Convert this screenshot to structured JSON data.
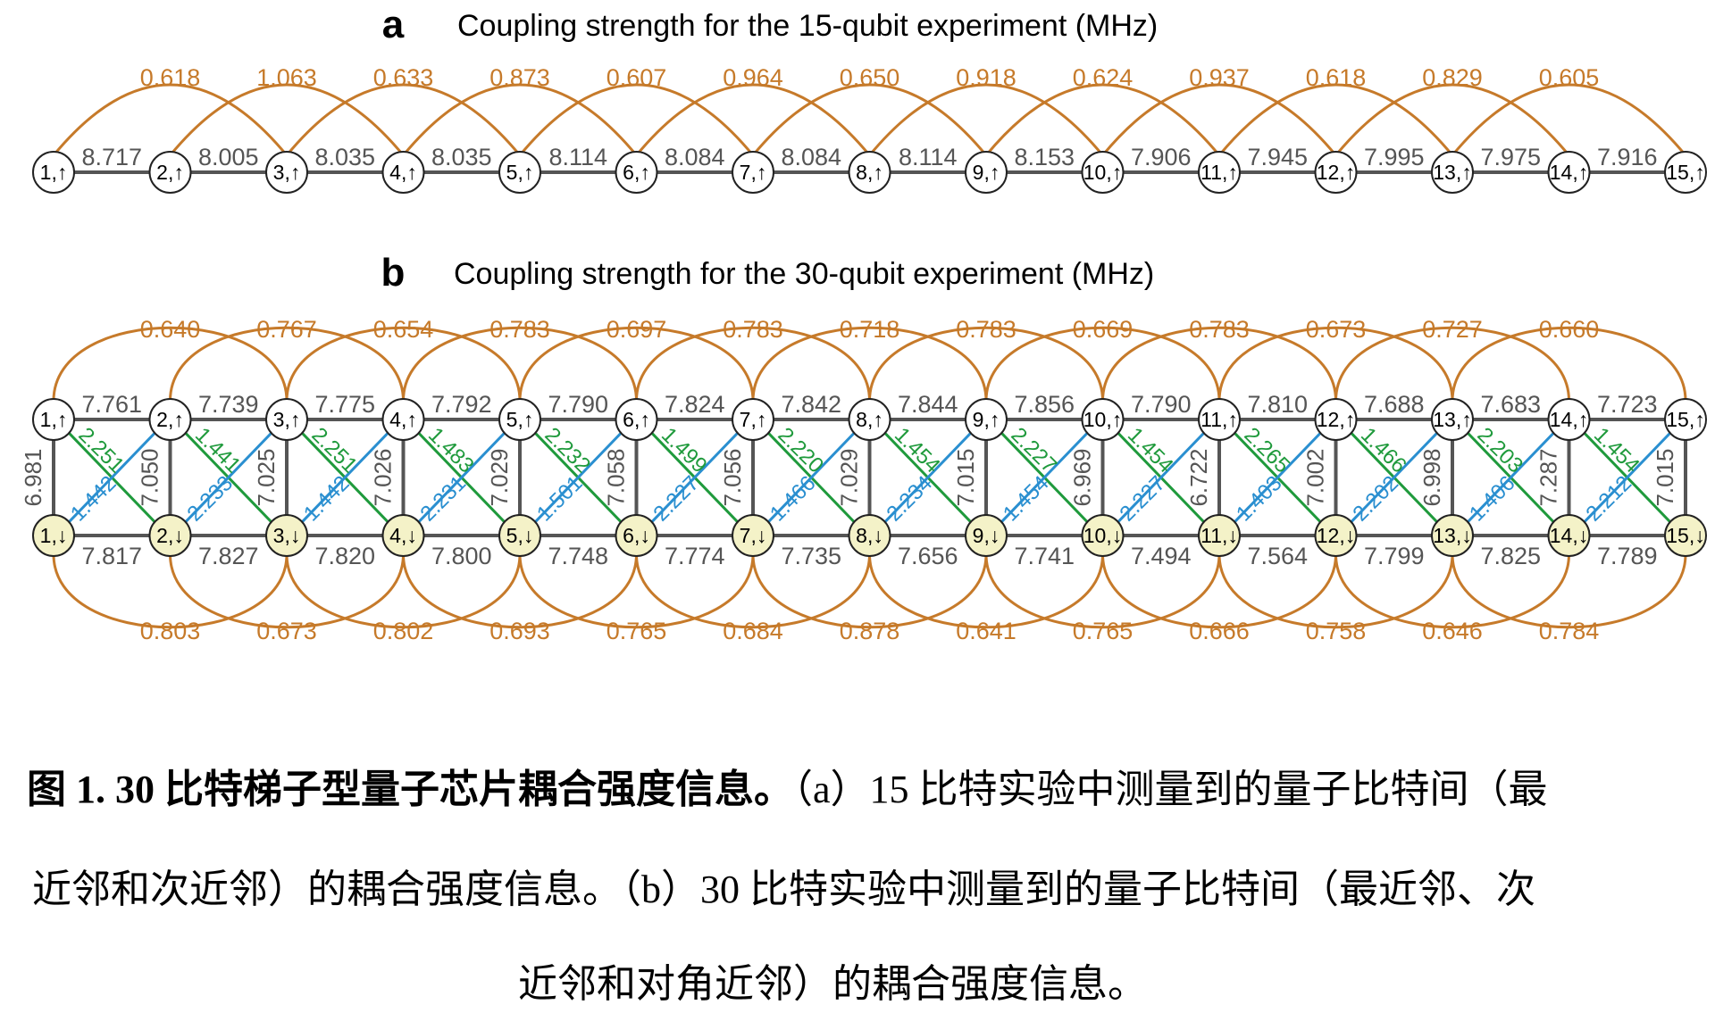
{
  "panel_a": {
    "letter": "a",
    "title": "Coupling strength for the 15-qubit experiment (MHz)",
    "nodes": [
      "1,↑",
      "2,↑",
      "3,↑",
      "4,↑",
      "5,↑",
      "6,↑",
      "7,↑",
      "8,↑",
      "9,↑",
      "10,↑",
      "11,↑",
      "12,↑",
      "13,↑",
      "14,↑",
      "15,↑"
    ],
    "nn": [
      "8.717",
      "8.005",
      "8.035",
      "8.035",
      "8.114",
      "8.084",
      "8.084",
      "8.114",
      "8.153",
      "7.906",
      "7.945",
      "7.995",
      "7.975",
      "7.916"
    ],
    "nnn": [
      "0.618",
      "1.063",
      "0.633",
      "0.873",
      "0.607",
      "0.964",
      "0.650",
      "0.918",
      "0.624",
      "0.937",
      "0.618",
      "0.829",
      "0.605"
    ]
  },
  "panel_b": {
    "letter": "b",
    "title": "Coupling strength for the 30-qubit experiment (MHz)",
    "top_nodes": [
      "1,↑",
      "2,↑",
      "3,↑",
      "4,↑",
      "5,↑",
      "6,↑",
      "7,↑",
      "8,↑",
      "9,↑",
      "10,↑",
      "11,↑",
      "12,↑",
      "13,↑",
      "14,↑",
      "15,↑"
    ],
    "bottom_nodes": [
      "1,↓",
      "2,↓",
      "3,↓",
      "4,↓",
      "5,↓",
      "6,↓",
      "7,↓",
      "8,↓",
      "9,↓",
      "10,↓",
      "11,↓",
      "12,↓",
      "13,↓",
      "14,↓",
      "15,↓"
    ],
    "top_nn": [
      "7.761",
      "7.739",
      "7.775",
      "7.792",
      "7.790",
      "7.824",
      "7.842",
      "7.844",
      "7.856",
      "7.790",
      "7.810",
      "7.688",
      "7.683",
      "7.723"
    ],
    "bottom_nn": [
      "7.817",
      "7.827",
      "7.820",
      "7.800",
      "7.748",
      "7.774",
      "7.735",
      "7.656",
      "7.741",
      "7.494",
      "7.564",
      "7.799",
      "7.825",
      "7.789"
    ],
    "rungs": [
      "6.981",
      "7.050",
      "7.025",
      "7.026",
      "7.029",
      "7.058",
      "7.056",
      "7.029",
      "7.015",
      "6.969",
      "6.722",
      "7.002",
      "6.998",
      "7.287",
      "7.015"
    ],
    "diag_green": [
      "2.251",
      "1.441",
      "2.251",
      "1.483",
      "2.232",
      "1.499",
      "2.220",
      "1.454",
      "2.227",
      "1.454",
      "2.265",
      "1.466",
      "2.203",
      "1.454"
    ],
    "diag_blue": [
      "1.442",
      "2.233",
      "1.442",
      "2.231",
      "1.501",
      "2.227",
      "1.466",
      "2.234",
      "1.454",
      "2.227",
      "1.403",
      "2.202",
      "1.406",
      "2.212"
    ],
    "top_nnn": [
      "0.640",
      "0.767",
      "0.654",
      "0.783",
      "0.697",
      "0.783",
      "0.718",
      "0.783",
      "0.669",
      "0.783",
      "0.673",
      "0.727",
      "0.660"
    ],
    "bottom_nnn": [
      "0.803",
      "0.673",
      "0.802",
      "0.693",
      "0.765",
      "0.684",
      "0.878",
      "0.641",
      "0.765",
      "0.666",
      "0.758",
      "0.646",
      "0.784"
    ]
  },
  "colors": {
    "nnn_arc": "#c67a2a",
    "nn_line": "#555555",
    "green_diag": "#1f9a3c",
    "blue_diag": "#2a8fd0",
    "up_node_fill": "#ffffff",
    "down_node_fill": "#f4f2c8"
  },
  "caption": {
    "bold_part": "图 1. 30 比特梯子型量子芯片耦合强度信息。",
    "line1_rest": "（a）15 比特实验中测量到的量子比特间（最",
    "line2": "近邻和次近邻）的耦合强度信息。（b）30 比特实验中测量到的量子比特间（最近邻、次",
    "line3": "近邻和对角近邻）的耦合强度信息。"
  }
}
